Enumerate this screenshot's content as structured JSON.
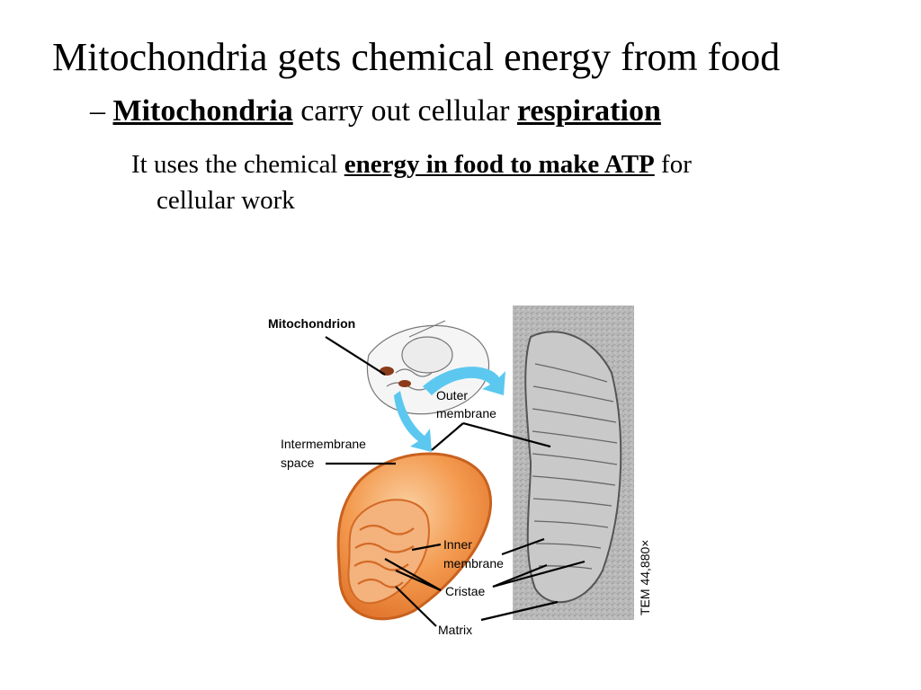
{
  "slide": {
    "title": "Mitochondria gets chemical energy from food",
    "bullet1": {
      "dash": "– ",
      "bold1": "Mitochondria",
      "mid": " carry out cellular ",
      "bold2": "respiration"
    },
    "bullet2": {
      "pre": "It uses the chemical ",
      "bold": "energy in food to make ATP",
      "post": " for",
      "line2": "cellular work"
    }
  },
  "figure": {
    "labels": {
      "mitochondrion": "Mitochondrion",
      "outer1": "Outer",
      "outer2": "membrane",
      "inter1": "Intermembrane",
      "inter2": "space",
      "inner1": "Inner",
      "inner2": "membrane",
      "cristae": "Cristae",
      "matrix": "Matrix",
      "tem": "TEM 44,880×"
    },
    "colors": {
      "mito_orange": "#f08a3c",
      "mito_light": "#f9c08a",
      "arrow_blue": "#5cc8f0",
      "micrograph_gray": "#a8a8a8"
    }
  }
}
